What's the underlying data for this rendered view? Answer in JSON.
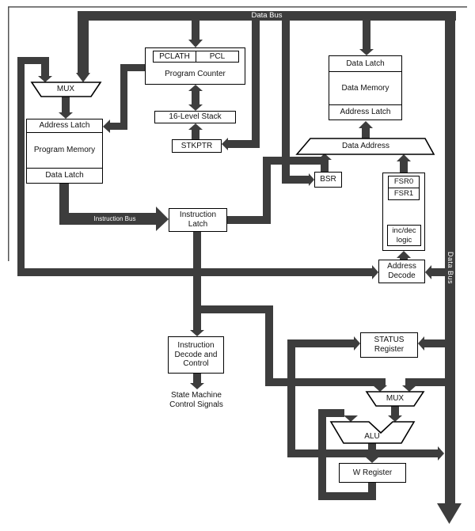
{
  "buses": {
    "top_data_bus_label": "Data Bus",
    "right_data_bus_label": "Data Bus",
    "instruction_bus_label": "Instruction Bus"
  },
  "blocks": {
    "mux_program": "MUX",
    "pclath": "PCLATH",
    "pcl": "PCL",
    "program_counter": "Program Counter",
    "stack": "16-Level Stack",
    "stkptr": "STKPTR",
    "prog_mem_address_latch": "Address Latch",
    "program_memory": "Program Memory",
    "prog_mem_data_latch": "Data Latch",
    "instruction_latch_line1": "Instruction",
    "instruction_latch_line2": "Latch",
    "data_mem_data_latch": "Data Latch",
    "data_memory": "Data Memory",
    "data_mem_address_latch": "Address Latch",
    "data_address": "Data Address",
    "bsr": "BSR",
    "fsr0": "FSR0",
    "fsr1": "FSR1",
    "incdec_line1": "inc/dec",
    "incdec_line2": "logic",
    "address_decode_line1": "Address",
    "address_decode_line2": "Decode",
    "instruction_decode_line1": "Instruction",
    "instruction_decode_line2": "Decode and",
    "instruction_decode_line3": "Control",
    "status_line1": "STATUS",
    "status_line2": "Register",
    "mux_alu": "MUX",
    "alu": "ALU",
    "w_register": "W Register"
  },
  "annotations": {
    "state_machine_line1": "State Machine",
    "state_machine_line2": "Control Signals"
  },
  "colors": {
    "wire": "#3d3d3d",
    "box_border": "#000000",
    "frame": "#555555",
    "background": "#ffffff",
    "bus_label": "#ffffff"
  }
}
